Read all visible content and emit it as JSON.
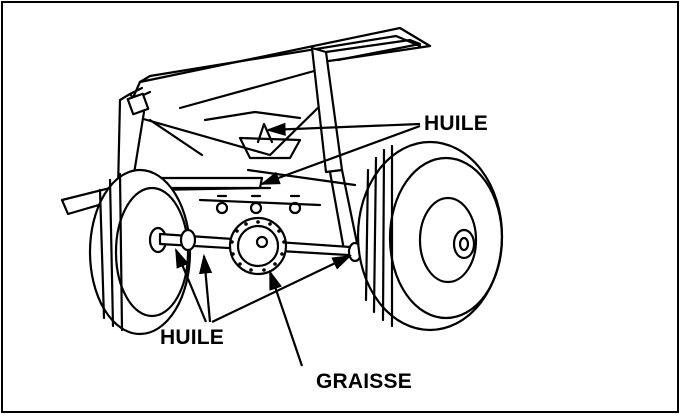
{
  "labels": {
    "oil_top": "HUILE",
    "oil_bottom": "HUILE",
    "grease": "GRAISSE"
  },
  "colors": {
    "line": "#000000",
    "background": "#ffffff"
  }
}
